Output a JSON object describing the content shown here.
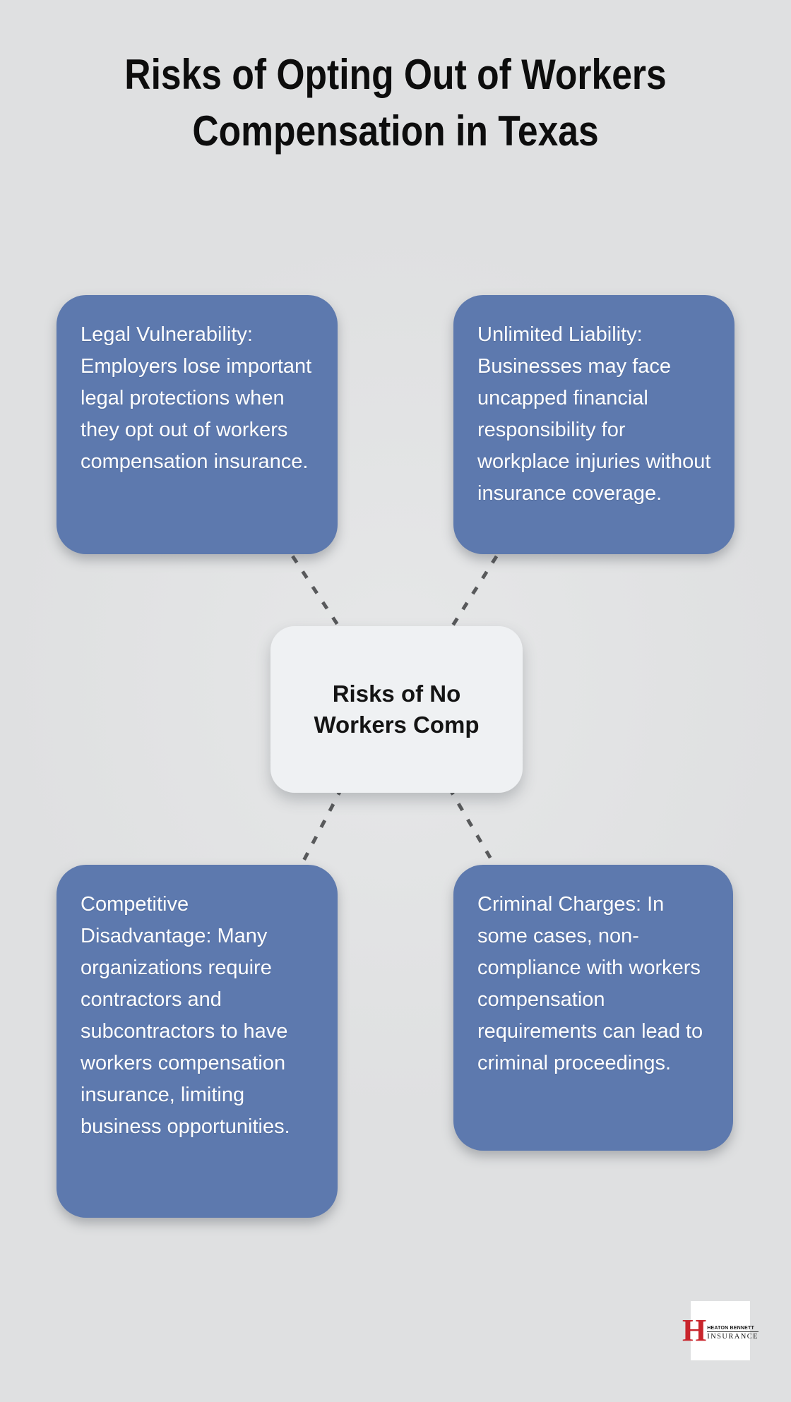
{
  "title_lines": [
    "Risks of Opting Out of Workers",
    "Compensation in Texas"
  ],
  "center_node": {
    "line1": "Risks of No",
    "line2": "Workers Comp"
  },
  "nodes": [
    {
      "id": "legal-vulnerability",
      "text": "Legal Vulnerability: Employers lose important legal protections when they opt out of workers compensation insurance."
    },
    {
      "id": "unlimited-liability",
      "text": "Unlimited Liability: Businesses may face uncapped financial responsibility for workplace injuries without insurance coverage."
    },
    {
      "id": "competitive-disadvantage",
      "text": "Competitive Disadvantage: Many organizations require contractors and subcontractors to have workers compensation insurance, limiting business opportunities."
    },
    {
      "id": "criminal-charges",
      "text": "Criminal Charges: In some cases, non-compliance with workers compensation requirements can lead to criminal proceedings."
    }
  ],
  "logo": {
    "mark": "H",
    "company": "HEATON BENNETT",
    "type": "INSURANCE"
  },
  "colors": {
    "node_blue": "#5d79ae",
    "node_text": "#ffffff",
    "background": "#dfe0e1",
    "center_bg": "#eff1f3",
    "center_text": "#141414",
    "title_text": "#0d0d0d",
    "dash": "#58595b",
    "logo_red": "#c9252c"
  }
}
